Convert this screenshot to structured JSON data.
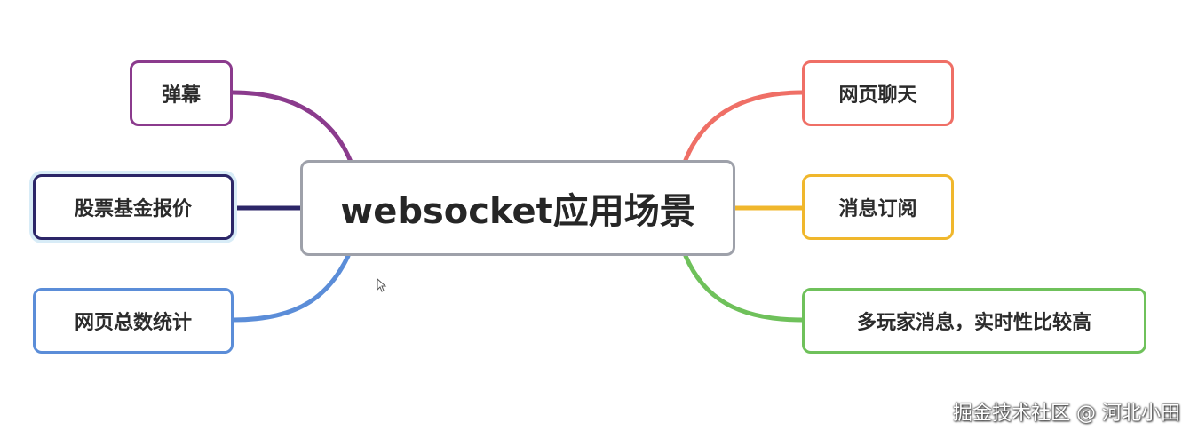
{
  "center": {
    "label": "websocket应用场景",
    "color": "#9ea1aa"
  },
  "left_nodes": [
    {
      "label": "弹幕",
      "color": "#8b3b8d"
    },
    {
      "label": "股票基金报价",
      "color": "#2c2668"
    },
    {
      "label": "网页总数统计",
      "color": "#5b8dd8"
    }
  ],
  "right_nodes": [
    {
      "label": "网页聊天",
      "color": "#ef6f66"
    },
    {
      "label": "消息订阅",
      "color": "#f0b72c"
    },
    {
      "label": "多玩家消息，实时性比较高",
      "color": "#6fc15b"
    }
  ],
  "watermark": "掘金技术社区 @ 河北小田",
  "icons": {
    "cursor": "mouse-pointer-icon"
  }
}
